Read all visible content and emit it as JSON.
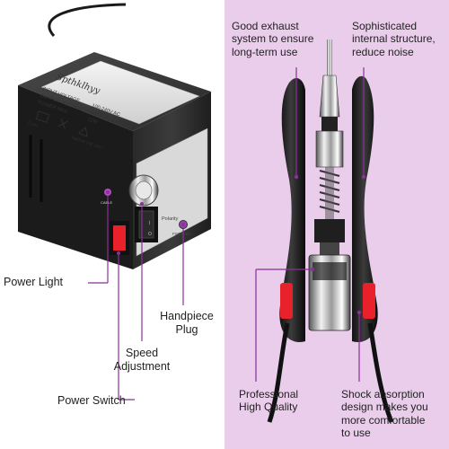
{
  "device": {
    "brand": "Spthklhyy",
    "spec_lines": [
      {
        "key": "INPUT VOLTAGE",
        "value": "100-240V AC"
      },
      {
        "key": "OUTPUT VOLTAGE",
        "value": "0-13VDC"
      },
      {
        "key": "POWER MAX",
        "value": "12W"
      }
    ],
    "indoor_text": "INDOOR USE ONLY",
    "fuse_text": "T1.6AL",
    "polarity_text": "Polarity",
    "fwd_text": "FWD/REV",
    "cable_text": "CABLE"
  },
  "left_labels": {
    "power_light": "Power Light",
    "handpiece_plug": [
      "Handpiece",
      "Plug"
    ],
    "speed_adjustment": [
      "Speed",
      "Adjustment"
    ],
    "power_switch": "Power Switch"
  },
  "right_labels": {
    "exhaust": [
      "Good exhaust",
      "system to ensure",
      "long-term use"
    ],
    "structure": [
      "Sophisticated",
      "internal structure,",
      "reduce noise"
    ],
    "quality": [
      "Professional",
      "High Quality"
    ],
    "shock": [
      "Shock absorption",
      "design makes you",
      "more comfortable",
      "to use"
    ]
  },
  "colors": {
    "right_bg": "#e9cdea",
    "accent": "#8b2f9a",
    "switch_red": "#e8212b"
  }
}
